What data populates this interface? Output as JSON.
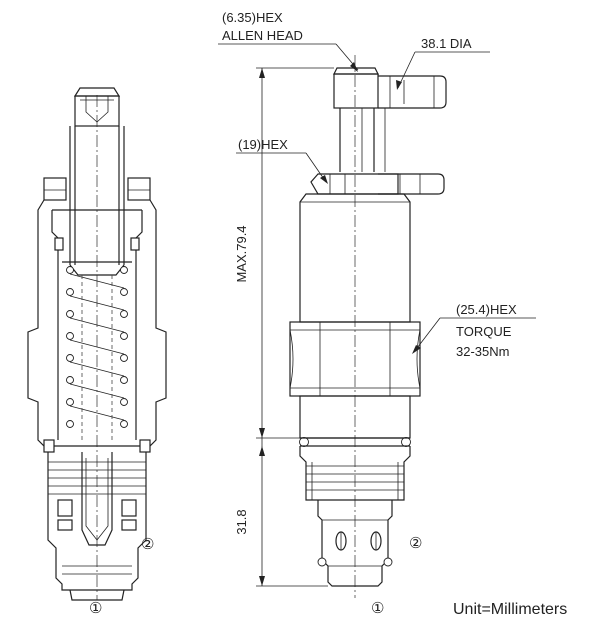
{
  "labels": {
    "allen_hex": "(6.35)HEX",
    "allen_head": "ALLEN HEAD",
    "dia": "38.1 DIA",
    "hex19": "(19)HEX",
    "hex25": "(25.4)HEX",
    "torque": "TORQUE",
    "torque_value": "32-35Nm",
    "max_length": "MAX.79.4",
    "length_lower": "31.8",
    "port1_left": "①",
    "port2_left": "②",
    "port1_right": "①",
    "port2_right": "②",
    "units": "Unit=Millimeters"
  }
}
